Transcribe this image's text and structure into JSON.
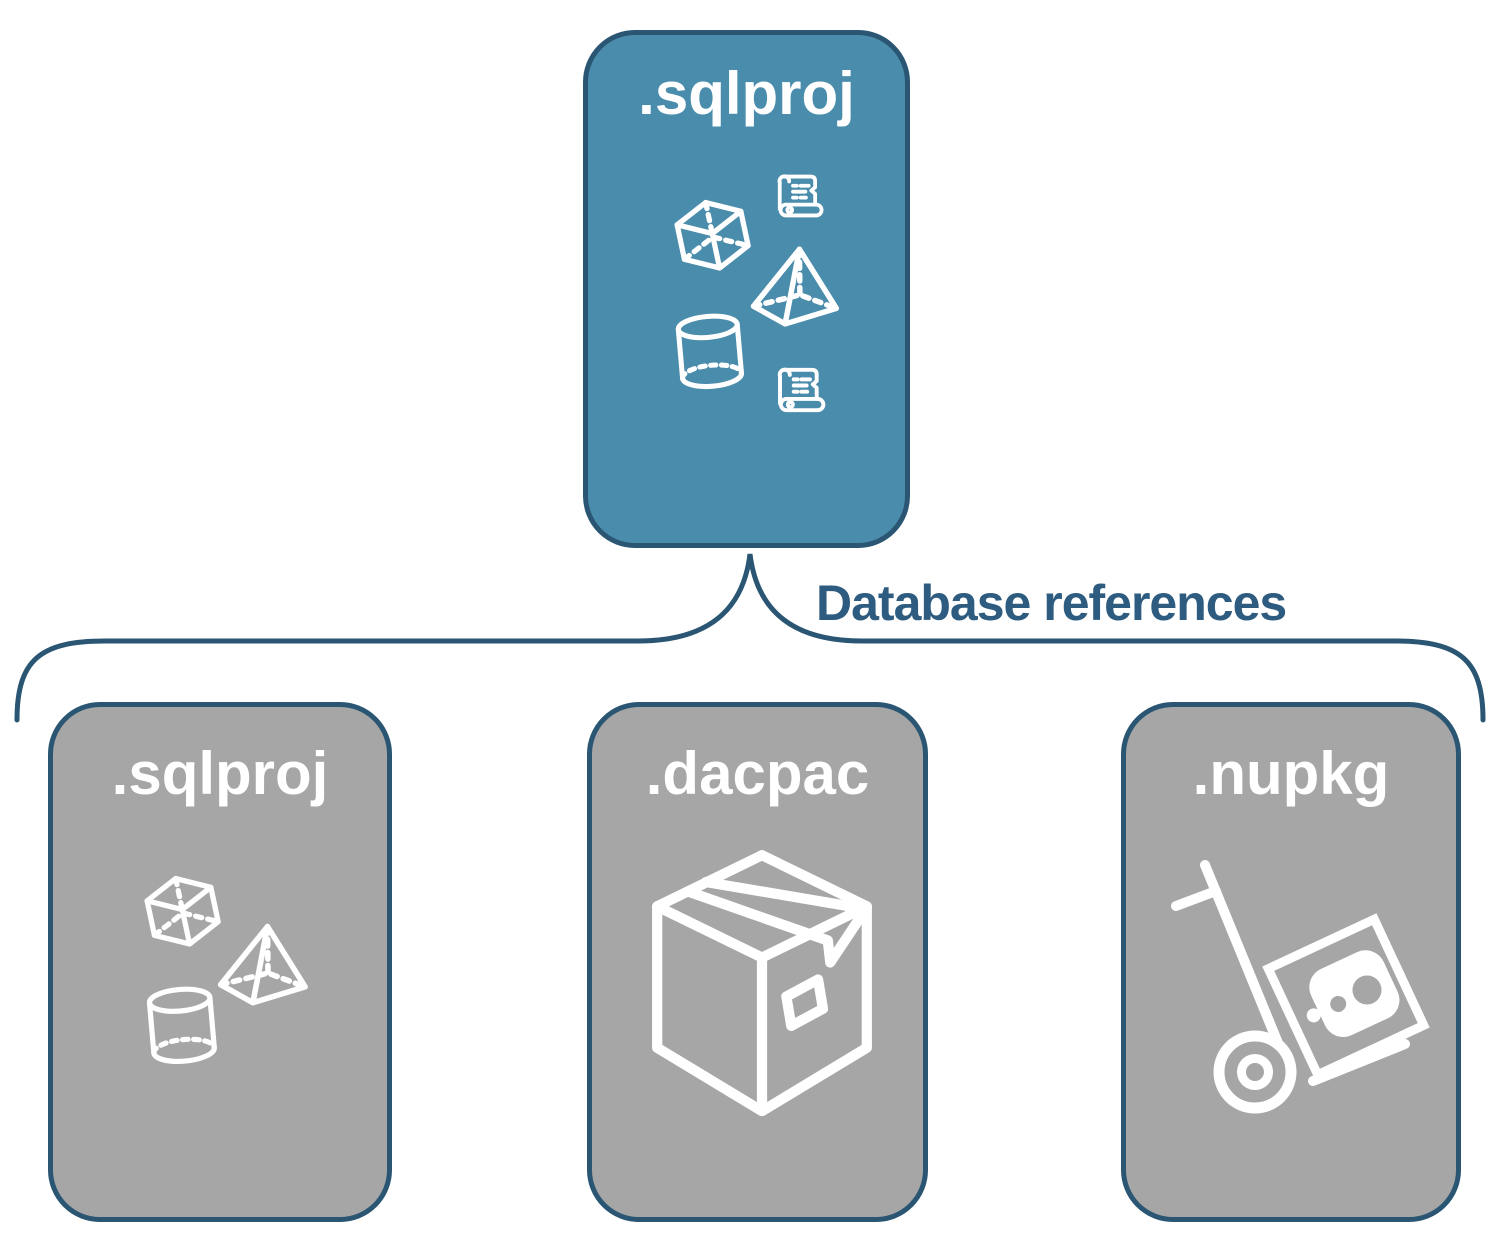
{
  "colors": {
    "root_fill": "#4A8CAB",
    "child_fill": "#A6A6A6",
    "card_border": "#2A5674",
    "icon_color": "#FFFFFF",
    "label_color": "#FFFFFF",
    "connector_color": "#2A5674",
    "connector_text_color": "#2D5C80",
    "background": "#FFFFFF"
  },
  "root_card": {
    "label": ".sqlproj",
    "icons": [
      "script-scroll-icon",
      "cube-icon",
      "pyramid-icon",
      "database-cylinder-icon",
      "script-scroll-icon"
    ]
  },
  "connector": {
    "label": "Database references"
  },
  "child_cards": [
    {
      "label": ".sqlproj",
      "icons": [
        "cube-icon",
        "pyramid-icon",
        "database-cylinder-icon"
      ]
    },
    {
      "label": ".dacpac",
      "icons": [
        "package-box-icon"
      ]
    },
    {
      "label": ".nupkg",
      "icons": [
        "nuget-hand-truck-icon"
      ]
    }
  ]
}
